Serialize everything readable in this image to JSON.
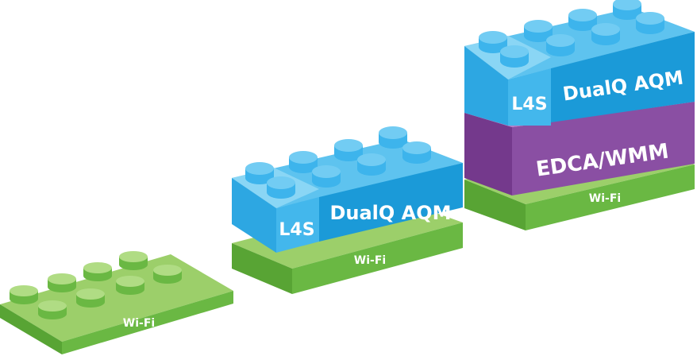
{
  "stacks": [
    {
      "layers": [
        {
          "kind": "wifi",
          "label": "Wi-Fi"
        }
      ]
    },
    {
      "layers": [
        {
          "kind": "wifi",
          "label": "Wi-Fi"
        },
        {
          "kind": "l4s_dualq",
          "left_label": "L4S",
          "right_label": "DualQ AQM"
        }
      ]
    },
    {
      "layers": [
        {
          "kind": "wifi",
          "label": "Wi-Fi"
        },
        {
          "kind": "edca",
          "label": "EDCA/WMM"
        },
        {
          "kind": "l4s_dualq",
          "left_label": "L4S",
          "right_label": "DualQ AQM"
        }
      ]
    }
  ],
  "colors": {
    "wifi_front": "#6ab843",
    "wifi_top": "#9ccf6a",
    "wifi_side": "#58a434",
    "edca_front": "#8a4fa3",
    "edca_top": "#b47fcb",
    "edca_side": "#74398c",
    "blue_front": "#1b9ad8",
    "blue_top": "#5ec3ef",
    "blue_side": "#1184c0",
    "l4s_front": "#43b7ec",
    "l4s_top": "#8ad6f5"
  }
}
